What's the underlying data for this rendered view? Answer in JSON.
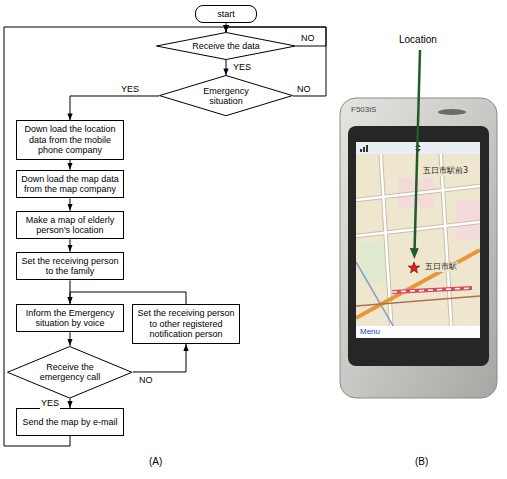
{
  "diagram": {
    "nodes": [
      {
        "text": [
          "start"
        ]
      },
      {
        "text": [
          "Receive the data"
        ]
      },
      {
        "text": [
          "Emergency situation"
        ]
      },
      {
        "text": [
          "Down load the location data from the mobile phone company"
        ]
      },
      {
        "text": [
          "Down load the map data from the map company"
        ]
      },
      {
        "text": [
          "Make a map of elderly person's location"
        ]
      },
      {
        "text": [
          "Set the receiving person to the family"
        ]
      },
      {
        "text": [
          "Inform the Emergency situation by voice"
        ]
      },
      {
        "text": [
          "Set the receiving person to other registered notification person"
        ]
      },
      {
        "text": [
          "Receive the emergency call"
        ]
      },
      {
        "text": [
          "Send the map by e-mail"
        ]
      }
    ],
    "edges": [
      {
        "from": 0,
        "to": 1,
        "arrow": "to"
      },
      {
        "from": 1,
        "to": 1,
        "label": "NO",
        "arrow": "to"
      },
      {
        "from": 1,
        "to": 2,
        "label": "YES",
        "arrow": "to"
      },
      {
        "from": 2,
        "to": 3,
        "label": "YES",
        "arrow": "to"
      },
      {
        "from": 2,
        "to": 1,
        "label": "NO",
        "arrow": "to"
      },
      {
        "from": 3,
        "to": 4,
        "arrow": "to"
      },
      {
        "from": 4,
        "to": 5,
        "arrow": "to"
      },
      {
        "from": 5,
        "to": 6,
        "arrow": "to"
      },
      {
        "from": 6,
        "to": 7,
        "arrow": "to"
      },
      {
        "from": 7,
        "to": 9,
        "arrow": "to"
      },
      {
        "from": 9,
        "to": 10,
        "label": "YES",
        "arrow": "to"
      },
      {
        "from": 9,
        "to": 8,
        "label": "NO",
        "arrow": "to"
      },
      {
        "from": 8,
        "to": 7,
        "arrow": "to"
      },
      {
        "from": 10,
        "to": 1,
        "arrow": "to"
      }
    ],
    "labels": [
      "(A)",
      "(B)",
      "Location",
      "F503iS",
      "五日市駅前3",
      "五日市駅",
      "Menu"
    ]
  }
}
